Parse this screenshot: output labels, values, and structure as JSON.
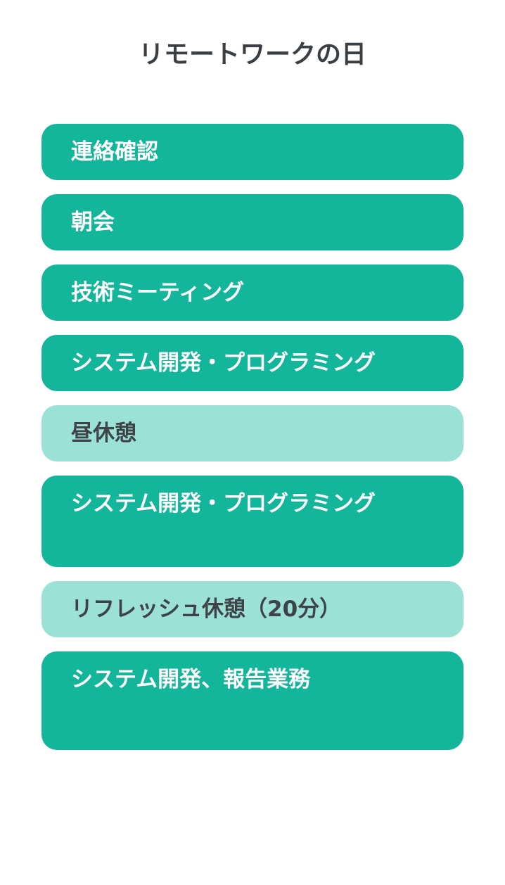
{
  "title": "リモートワークの日",
  "schedule": [
    {
      "label": "連絡確認",
      "kind": "work"
    },
    {
      "label": "朝会",
      "kind": "work"
    },
    {
      "label": "技術ミーティング",
      "kind": "work"
    },
    {
      "label": "システム開発・プログラミング",
      "kind": "work"
    },
    {
      "label": "昼休憩",
      "kind": "break"
    },
    {
      "label": "システム開発・プログラミング",
      "kind": "work"
    },
    {
      "label": "リフレッシュ休憩（20分）",
      "kind": "break"
    },
    {
      "label": "システム開発、報告業務",
      "kind": "work"
    }
  ],
  "colors": {
    "work": "#13b69a",
    "break": "#9ce1d5",
    "work_text": "#ffffff",
    "break_text": "#3d4347",
    "title_text": "#3a3f44"
  }
}
